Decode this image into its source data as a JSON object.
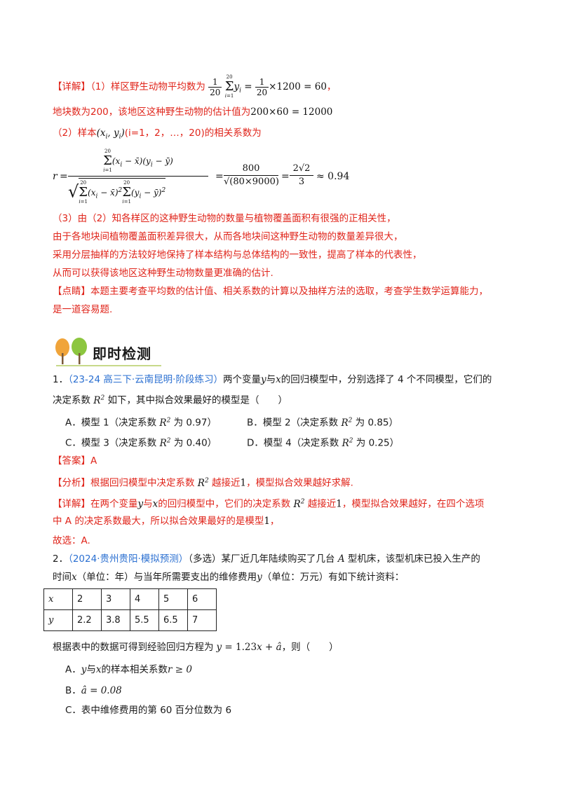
{
  "detail1": {
    "tag": "【详解】",
    "p1_prefix": "（1）样区野生动物平均数为",
    "p1_math": "1/20 Σ(i=1..20) y_i = 1/20 × 1200 = 60",
    "p1_result": "×1200 = 60",
    "p1_suffix": "，",
    "p2_text": "地块数为200，该地区这种野生动物的估计值为",
    "p2_math": "200×60 = 12000",
    "p3_prefix": "（2）样本",
    "p3_pair": "(x_i, y_i)",
    "p3_suffix": "(i=1，2，…，20)的相关系数为",
    "corr_r": "r",
    "corr_mid_num": "800",
    "corr_mid_den": "√(80×9000)",
    "corr_right_num": "2√2",
    "corr_right_den": "3",
    "corr_value": "≈ 0.94",
    "p4": "（3）由（2）知各样区的这种野生动物的数量与植物覆盖面积有很强的正相关性，",
    "p5": "由于各地块间植物覆盖面积差异很大，从而各地块间这种野生动物的数量差异很大，",
    "p6": "采用分层抽样的方法较好地保持了样本结构与总体结构的一致性，提高了样本的代表性，",
    "p7": "从而可以获得该地区这种野生动物数量更准确的估计.",
    "comment_tag": "【点睛】",
    "comment1": "本题主要考查平均数的估计值、相关系数的计算以及抽样方法的选取，考查学生数学运算能力，",
    "comment2": "是一道容易题."
  },
  "section": {
    "title": "即时检测"
  },
  "q1": {
    "num": "1．",
    "source": "（23-24 高三下·云南昆明·阶段练习）",
    "stem1": "两个变量",
    "stem1b": "与",
    "stem1c": "的回归模型中，分别选择了 4 个不同模型，它们的",
    "stem2a": "决定系数",
    "stem2b": "如下，其中拟合效果最好的模型是（　　）",
    "options": [
      {
        "label": "A．模型 1（决定系数",
        "value": "为 0.97）"
      },
      {
        "label": "B．模型 2（决定系数",
        "value": "为 0.85）"
      },
      {
        "label": "C．模型 3（决定系数",
        "value": "为 0.40）"
      },
      {
        "label": "D．模型 4（决定系数",
        "value": "为 0.25）"
      }
    ],
    "answer_tag": "【答案】",
    "answer": "A",
    "analysis_tag": "【分析】",
    "analysis": "根据回归模型中决定系数",
    "analysis_b": "越接近",
    "analysis_c": "，模型拟合效果越好求解.",
    "detail_tag": "【详解】",
    "detail_a": "在两个变量",
    "detail_b": "与",
    "detail_c": "的回归模型中，它们的决定系数",
    "detail_d": "越接近",
    "detail_e": "，模型拟合效果越好，在四个选项",
    "detail2_a": "中 A 的决定系数最大，所以拟合效果最好的是模型",
    "detail2_b": "，",
    "final": "故选：A."
  },
  "q2": {
    "num": "2．",
    "source": "（2024·贵州贵阳·模拟预测）",
    "stem1a": "（多选）某厂近几年陆续购买了几台",
    "stem1b": "型机床，该型机床已投入生产的",
    "stem2a": "时间",
    "stem2b": "（单位：年）与当年所需要支出的维修费用",
    "stem2c": "（单位：万元）有如下统计资料：",
    "table": {
      "x_label": "x",
      "y_label": "y",
      "x_values": [
        "2",
        "3",
        "4",
        "5",
        "6"
      ],
      "y_values": [
        "2.2",
        "3.8",
        "5.5",
        "6.5",
        "7"
      ]
    },
    "stem3a": "根据表中的数据可得到经验回归方程为",
    "stem3b": "，则（　　）",
    "optA_a": "A．",
    "optA_b": "与",
    "optA_c": "的样本相关系数",
    "optA_math": "r ≥ 0",
    "optB_a": "B．",
    "optB_math": "â = 0.08",
    "optC": "C．表中维修费用的第 60 百分位数为 6"
  }
}
